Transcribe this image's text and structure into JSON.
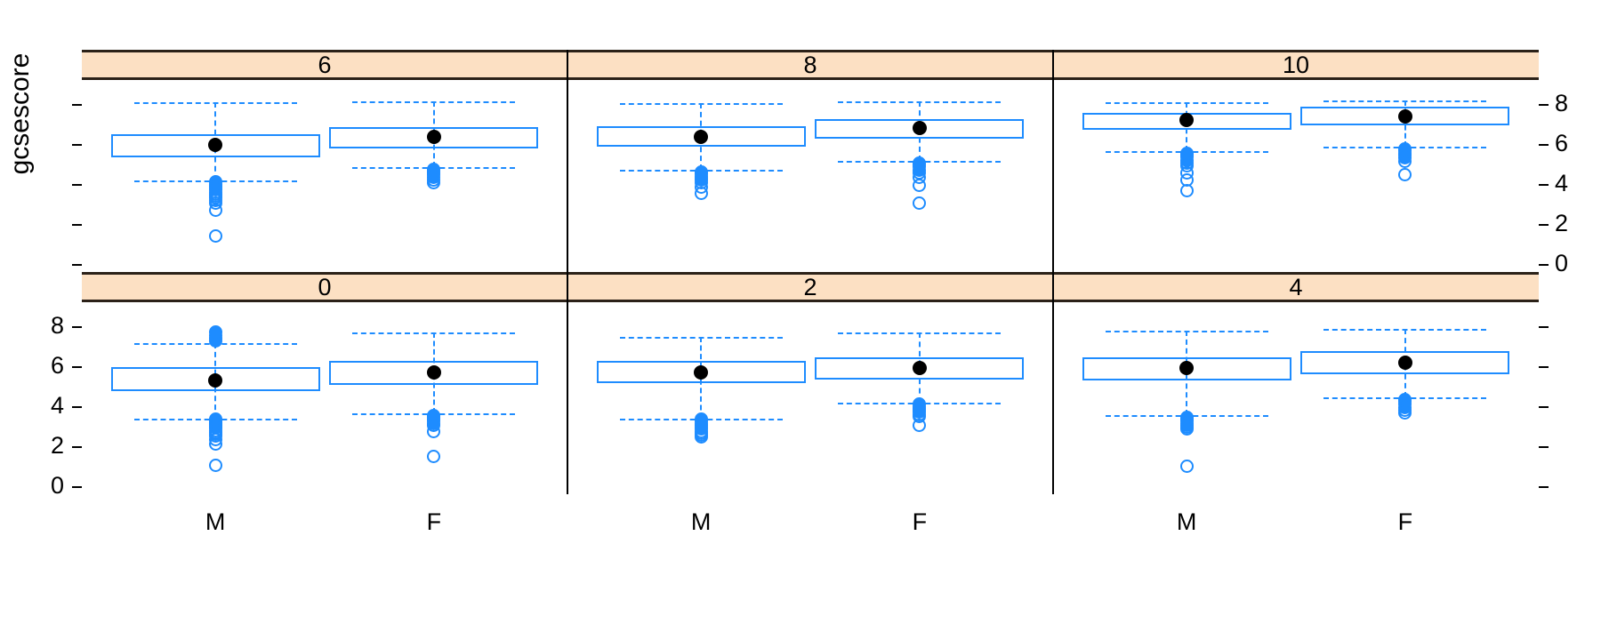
{
  "chart_data": {
    "type": "box",
    "title": "",
    "ylabel": "gcsescore",
    "xlabel": "",
    "ylim": [
      -0.4,
      9.2
    ],
    "yticks": [
      0,
      2,
      4,
      6,
      8
    ],
    "ytick_labels": [
      "0",
      "2",
      "4",
      "6",
      "8"
    ],
    "left_axis_labelled_rows": [
      "bottom"
    ],
    "right_axis_labelled_rows": [
      "top"
    ],
    "grid": false,
    "legend": "none",
    "x_categories": [
      "M",
      "F"
    ],
    "panel_variable": "score",
    "panel_layout": {
      "rows": 2,
      "cols": 3,
      "order": "bottom-left-to-top-right"
    },
    "panels": [
      {
        "strip": "0",
        "row": "bottom",
        "col": 0,
        "boxes": [
          {
            "group": "M",
            "lower_whisker": 3.4,
            "q1": 4.75,
            "median": 5.3,
            "q3": 5.95,
            "upper_whisker": 7.15,
            "outliers_low": [
              3.35,
              3.3,
              3.25,
              3.2,
              3.15,
              3.1,
              3.05,
              3.0,
              2.95,
              2.9,
              2.8,
              2.7,
              2.6,
              2.5,
              2.35,
              2.1,
              1.05
            ],
            "outliers_high": [
              7.25,
              7.4,
              7.55,
              7.7
            ]
          },
          {
            "group": "F",
            "lower_whisker": 3.65,
            "q1": 5.05,
            "median": 5.7,
            "q3": 6.25,
            "upper_whisker": 7.7,
            "outliers_low": [
              3.55,
              3.45,
              3.35,
              3.25,
              3.15,
              3.05,
              2.75,
              1.5
            ],
            "outliers_high": []
          }
        ]
      },
      {
        "strip": "2",
        "row": "bottom",
        "col": 1,
        "boxes": [
          {
            "group": "M",
            "lower_whisker": 3.4,
            "q1": 5.15,
            "median": 5.7,
            "q3": 6.25,
            "upper_whisker": 7.45,
            "outliers_low": [
              3.35,
              3.25,
              3.15,
              3.05,
              2.95,
              2.85,
              2.75,
              2.65,
              2.55,
              2.45
            ],
            "outliers_high": []
          },
          {
            "group": "F",
            "lower_whisker": 4.2,
            "q1": 5.35,
            "median": 5.9,
            "q3": 6.45,
            "upper_whisker": 7.7,
            "outliers_low": [
              4.1,
              4.0,
              3.9,
              3.8,
              3.7,
              3.6,
              3.5,
              3.05
            ],
            "outliers_high": []
          }
        ]
      },
      {
        "strip": "4",
        "row": "bottom",
        "col": 2,
        "boxes": [
          {
            "group": "M",
            "lower_whisker": 3.55,
            "q1": 5.3,
            "median": 5.9,
            "q3": 6.45,
            "upper_whisker": 7.8,
            "outliers_low": [
              3.45,
              3.35,
              3.25,
              3.15,
              3.05,
              2.95,
              2.85,
              1.0
            ],
            "outliers_high": []
          },
          {
            "group": "F",
            "lower_whisker": 4.45,
            "q1": 5.6,
            "median": 6.2,
            "q3": 6.75,
            "upper_whisker": 7.85,
            "outliers_low": [
              4.35,
              4.25,
              4.1,
              3.95,
              3.8,
              3.65
            ],
            "outliers_high": []
          }
        ]
      },
      {
        "strip": "6",
        "row": "top",
        "col": 0,
        "boxes": [
          {
            "group": "M",
            "lower_whisker": 4.2,
            "q1": 5.35,
            "median": 5.95,
            "q3": 6.5,
            "upper_whisker": 8.1,
            "outliers_low": [
              4.1,
              4.0,
              3.9,
              3.8,
              3.7,
              3.6,
              3.5,
              3.4,
              3.3,
              3.2,
              3.05,
              2.7,
              1.4
            ],
            "outliers_high": []
          },
          {
            "group": "F",
            "lower_whisker": 4.85,
            "q1": 5.8,
            "median": 6.35,
            "q3": 6.85,
            "upper_whisker": 8.15,
            "outliers_low": [
              4.75,
              4.65,
              4.55,
              4.45,
              4.35,
              4.2,
              4.05
            ],
            "outliers_high": []
          }
        ]
      },
      {
        "strip": "8",
        "row": "top",
        "col": 1,
        "boxes": [
          {
            "group": "M",
            "lower_whisker": 4.7,
            "q1": 5.85,
            "median": 6.35,
            "q3": 6.9,
            "upper_whisker": 8.05,
            "outliers_low": [
              4.6,
              4.5,
              4.4,
              4.3,
              4.2,
              4.05,
              3.85,
              3.55
            ],
            "outliers_high": []
          },
          {
            "group": "F",
            "lower_whisker": 5.15,
            "q1": 6.25,
            "median": 6.8,
            "q3": 7.25,
            "upper_whisker": 8.15,
            "outliers_low": [
              5.05,
              4.95,
              4.85,
              4.7,
              4.55,
              4.35,
              3.95,
              3.05
            ],
            "outliers_high": []
          }
        ]
      },
      {
        "strip": "10",
        "row": "top",
        "col": 2,
        "boxes": [
          {
            "group": "M",
            "lower_whisker": 5.65,
            "q1": 6.7,
            "median": 7.2,
            "q3": 7.55,
            "upper_whisker": 8.1,
            "outliers_low": [
              5.55,
              5.45,
              5.35,
              5.2,
              5.05,
              4.9,
              4.55,
              4.2,
              3.65
            ],
            "outliers_high": []
          },
          {
            "group": "F",
            "lower_whisker": 5.85,
            "q1": 6.95,
            "median": 7.4,
            "q3": 7.85,
            "upper_whisker": 8.2,
            "outliers_low": [
              5.75,
              5.65,
              5.55,
              5.45,
              5.3,
              5.15,
              4.45
            ],
            "outliers_high": []
          }
        ]
      }
    ],
    "colors": {
      "box": "#1E8CFF",
      "outlier": "#1E8CFF",
      "median_dot": "#000000",
      "strip_background": "#FCE0C3",
      "strip_border": "#2B2118",
      "axis": "#000000",
      "background": "#FFFFFF"
    }
  }
}
